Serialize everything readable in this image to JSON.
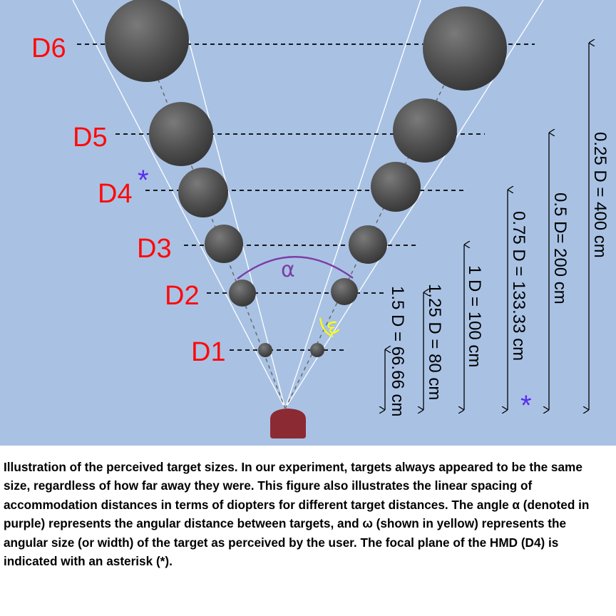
{
  "levels": [
    {
      "label": "D1",
      "distance": "1.5 D = 66.66 cm"
    },
    {
      "label": "D2",
      "distance": "1.25 D = 80 cm"
    },
    {
      "label": "D3",
      "distance": "1 D = 100 cm"
    },
    {
      "label": "D4",
      "distance": "0.75 D = 133.33 cm"
    },
    {
      "label": "D5",
      "distance": "0.5 D=  200 cm"
    },
    {
      "label": "D6",
      "distance": "0.25 D = 400 cm"
    }
  ],
  "alpha_symbol": "α",
  "omega_symbol": "ω",
  "asterisk": "*",
  "caption": "Illustration of the perceived target sizes. In our experiment, targets always appeared to be the same size, regardless of how far away they were. This figure also illustrates the linear spacing of accommodation distances in terms of diopters for different target distances. The angle α (denoted in purple) represents the angular distance between targets, and ω (shown in yellow) represents the angular size (or width) of the target as perceived by the user. The focal plane of the HMD (D4) is indicated with an asterisk (*).",
  "colors": {
    "background": "#a9c2e4",
    "level_label": "#ff0a0a",
    "alpha": "#7b3fa6",
    "omega": "#ffff00",
    "asterisk": "#5a2cf0",
    "viewer": "#8c2a33"
  },
  "icons": {
    "viewer": "user-head-icon",
    "target": "sphere-target"
  }
}
